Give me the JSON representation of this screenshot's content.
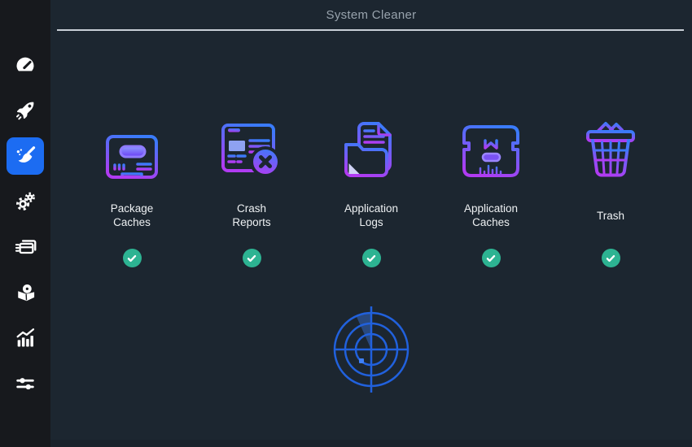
{
  "window": {
    "title": "System Cleaner"
  },
  "sidebar": {
    "items": [
      {
        "id": "dashboard",
        "icon": "gauge-icon",
        "active": false
      },
      {
        "id": "startup-apps",
        "icon": "rocket-icon",
        "active": false
      },
      {
        "id": "system-cleaner",
        "icon": "broom-icon",
        "active": true
      },
      {
        "id": "services",
        "icon": "gears-icon",
        "active": false
      },
      {
        "id": "processes",
        "icon": "window-stack-icon",
        "active": false
      },
      {
        "id": "uninstaller",
        "icon": "package-disc-icon",
        "active": false
      },
      {
        "id": "resources",
        "icon": "bar-chart-icon",
        "active": false
      },
      {
        "id": "settings",
        "icon": "sliders-icon",
        "active": false
      }
    ]
  },
  "cleaner": {
    "categories": [
      {
        "label": "Package Caches",
        "icon": "package-caches-icon",
        "checked": true
      },
      {
        "label": "Crash Reports",
        "icon": "crash-reports-icon",
        "checked": true
      },
      {
        "label": "Application Logs",
        "icon": "application-logs-icon",
        "checked": true
      },
      {
        "label": "Application Caches",
        "icon": "application-caches-icon",
        "checked": true
      },
      {
        "label": "Trash",
        "icon": "trash-icon",
        "checked": true
      }
    ],
    "scan_button_icon": "radar-icon"
  },
  "colors": {
    "background": "#1c2630",
    "sidebar_background": "#17191d",
    "accent_blue": "#1c6cf2",
    "check_green": "#2db392",
    "icon_gradient_top": "#3a7bfa",
    "icon_gradient_bottom": "#b13bf2",
    "title_text": "#98a3ad",
    "label_text": "#eef1f3",
    "divider": "#c8cfd6",
    "radar_blue": "#2161dd"
  }
}
